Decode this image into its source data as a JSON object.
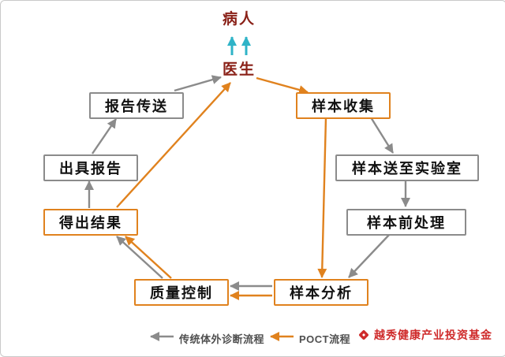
{
  "nodes": {
    "patient": "病人",
    "doctor": "医生",
    "report_delivery": "报告传送",
    "sample_collection": "样本收集",
    "issue_report": "出具报告",
    "sample_to_lab": "样本送至实验室",
    "result": "得出结果",
    "sample_pretreatment": "样本前处理",
    "quality_control": "质量控制",
    "sample_analysis": "样本分析"
  },
  "legend": {
    "traditional": "传统体外诊断流程",
    "poct": "POCT流程"
  },
  "brand": "越秀健康产业投资基金",
  "colors": {
    "traditional_flow": "#8b8b8b",
    "poct_flow": "#e0821e",
    "person_label": "#8a2118",
    "patient_doctor_link": "#2fb3c7",
    "brand_red": "#cf2b2b",
    "box_text": "#111111"
  },
  "flows": {
    "traditional_gray_arrows": [
      {
        "from": "样本收集",
        "to": "样本送至实验室"
      },
      {
        "from": "样本送至实验室",
        "to": "样本前处理"
      },
      {
        "from": "样本前处理",
        "to": "样本分析"
      },
      {
        "from": "样本分析",
        "to": "质量控制"
      },
      {
        "from": "质量控制",
        "to": "得出结果"
      },
      {
        "from": "得出结果",
        "to": "出具报告"
      },
      {
        "from": "出具报告",
        "to": "报告传送"
      },
      {
        "from": "报告传送",
        "to": "医生"
      }
    ],
    "poct_orange_arrows": [
      {
        "from": "医生",
        "to": "样本收集"
      },
      {
        "from": "样本收集",
        "to": "样本分析"
      },
      {
        "from": "样本分析",
        "to": "质量控制"
      },
      {
        "from": "质量控制",
        "to": "得出结果"
      },
      {
        "from": "得出结果",
        "to": "医生"
      }
    ],
    "cyan_arrows": [
      {
        "from": "医生",
        "to": "病人"
      },
      {
        "from": "医生",
        "to": "病人"
      }
    ]
  }
}
